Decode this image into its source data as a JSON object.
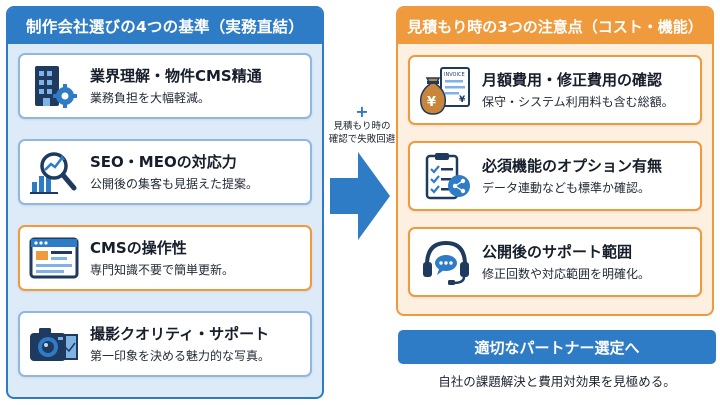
{
  "left": {
    "header": "制作会社選びの4つの基準（実務直結）",
    "cards": [
      {
        "title": "業界理解・物件CMS精通",
        "desc": "業務負担を大幅軽減。",
        "icon": "building-gear-icon"
      },
      {
        "title": "SEO・MEOの対応力",
        "desc": "公開後の集客も見据えた提案。",
        "icon": "magnifier-chart-icon"
      },
      {
        "title": "CMSの操作性",
        "desc": "専門知識不要で簡単更新。",
        "icon": "browser-window-icon"
      },
      {
        "title": "撮影クオリティ・サポート",
        "desc": "第一印象を決める魅力的な写真。",
        "icon": "camera-icon"
      }
    ]
  },
  "middle": {
    "plus": "+",
    "line1": "見積もり時の",
    "line2": "確認で失敗回避"
  },
  "right": {
    "header": "見積もり時の3つの注意点（コスト・機能）",
    "cards": [
      {
        "title": "月額費用・修正費用の確認",
        "desc": "保守・システム利用料も含む総額。",
        "icon": "money-bag-invoice-icon",
        "invoice_label": "INVOICE",
        "currency": "¥"
      },
      {
        "title": "必須機能のオプション有無",
        "desc": "データ連動なども標準か確認。",
        "icon": "clipboard-share-icon"
      },
      {
        "title": "公開後のサポート範囲",
        "desc": "修正回数や対応範囲を明確化。",
        "icon": "headset-chat-icon"
      }
    ]
  },
  "partner": {
    "banner": "適切なパートナー選定へ",
    "subtext": "自社の課題解決と費用対効果を見極める。"
  },
  "colors": {
    "blue": "#2f7cc6",
    "light_blue_bg": "#ddeaf8",
    "orange": "#ef9a3c",
    "light_orange_bg": "#fdf0e1",
    "dark_navy": "#1f3a5f"
  }
}
